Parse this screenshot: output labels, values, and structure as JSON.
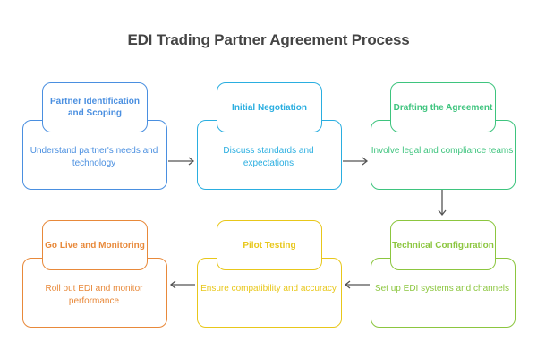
{
  "title": "EDI Trading Partner Agreement Process",
  "steps": [
    {
      "title": "Partner Identification and Scoping",
      "description": "Understand partner's needs and technology",
      "color": "#4a8fe0"
    },
    {
      "title": "Initial Negotiation",
      "description": "Discuss standards and expectations",
      "color": "#2aaee0"
    },
    {
      "title": "Drafting the Agreement",
      "description": "Involve legal and compliance teams",
      "color": "#3ec47e"
    },
    {
      "title": "Technical Configuration",
      "description": "Set up EDI systems and channels",
      "color": "#8cc63f"
    },
    {
      "title": "Pilot Testing",
      "description": "Ensure compatibility and accuracy",
      "color": "#e8c71a"
    },
    {
      "title": "Go Live and Monitoring",
      "description": "Roll out EDI and monitor performance",
      "color": "#e8893a"
    }
  ],
  "arrow_color": "#555555"
}
